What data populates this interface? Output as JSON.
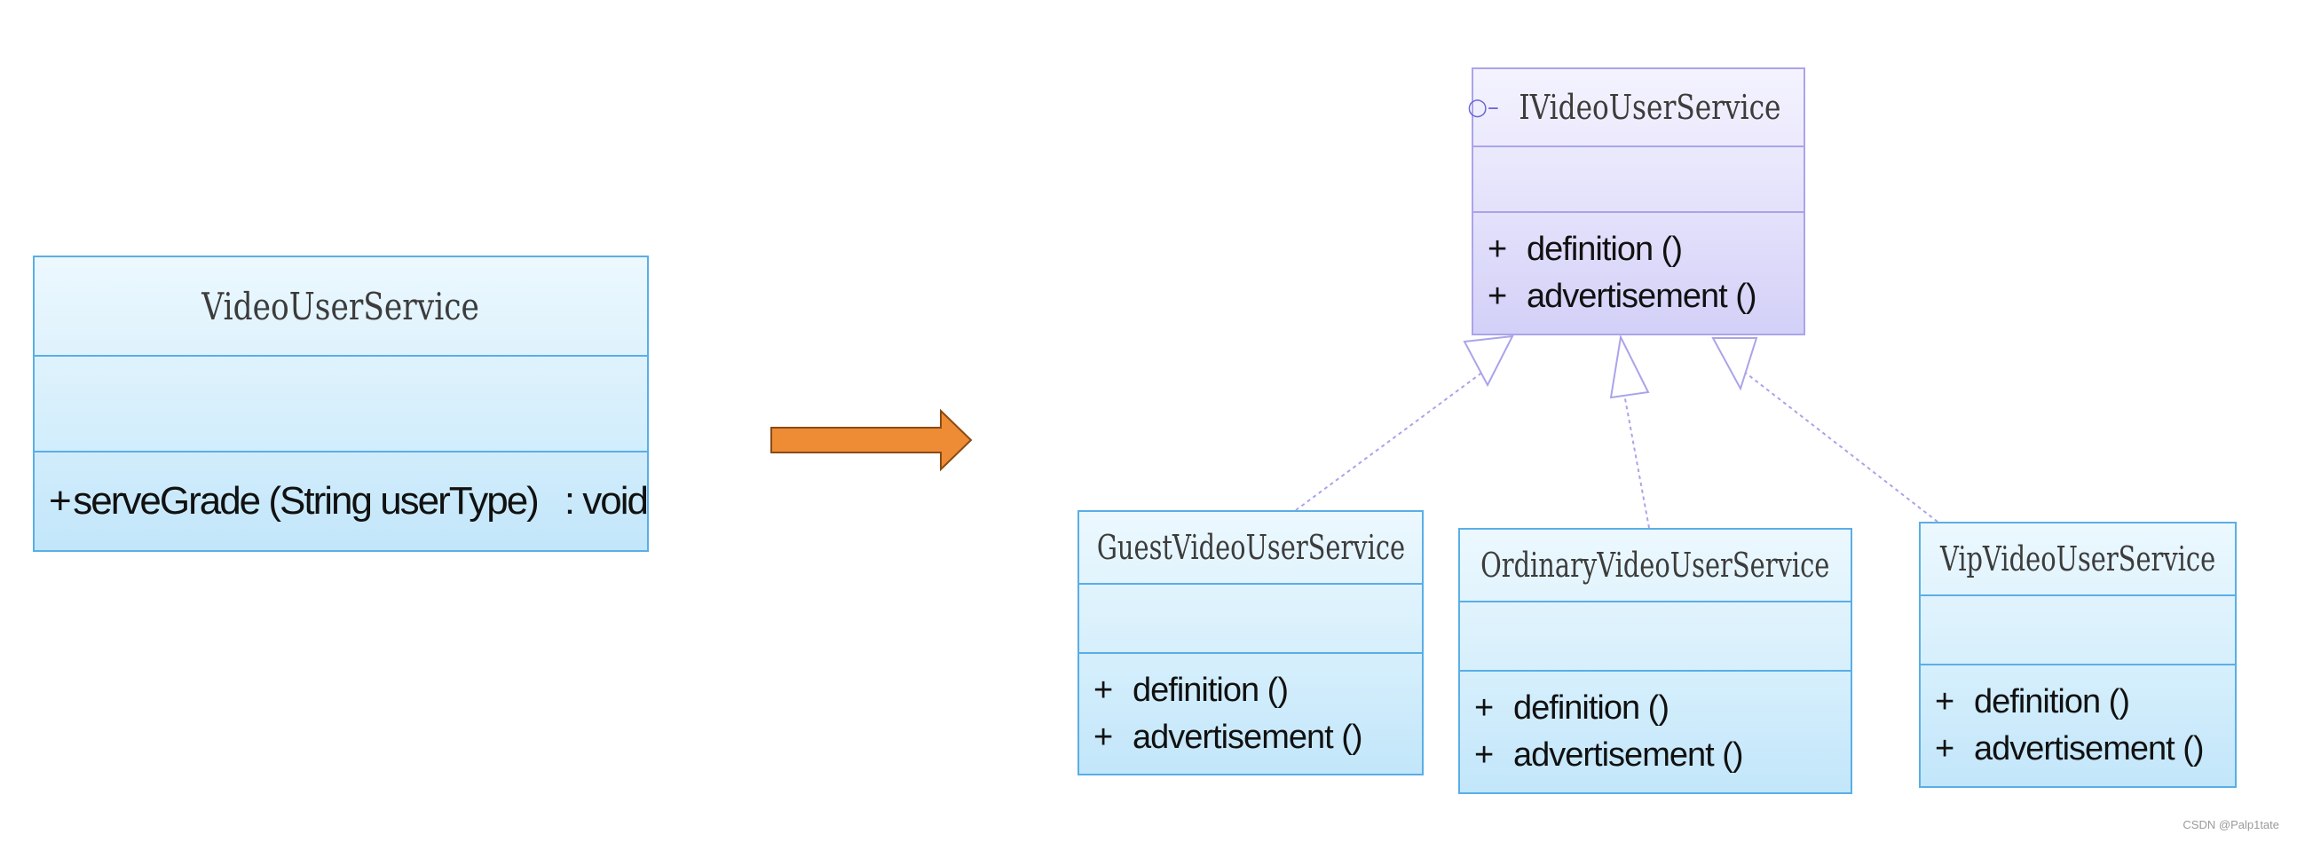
{
  "left_class": {
    "name": "VideoUserService",
    "operation": {
      "visibility": "+",
      "signature": "serveGrade (String userType)",
      "return_type": ": void"
    }
  },
  "interface": {
    "marker": "○–",
    "name": "IVideoUserService",
    "operations": [
      {
        "visibility": "+",
        "signature": "definition ()"
      },
      {
        "visibility": "+",
        "signature": "advertisement ()"
      }
    ]
  },
  "implementations": [
    {
      "name": "GuestVideoUserService",
      "operations": [
        {
          "visibility": "+",
          "signature": "definition ()"
        },
        {
          "visibility": "+",
          "signature": "advertisement ()"
        }
      ]
    },
    {
      "name": "OrdinaryVideoUserService",
      "operations": [
        {
          "visibility": "+",
          "signature": "definition ()"
        },
        {
          "visibility": "+",
          "signature": "advertisement ()"
        }
      ]
    },
    {
      "name": "VipVideoUserService",
      "operations": [
        {
          "visibility": "+",
          "signature": "definition ()"
        },
        {
          "visibility": "+",
          "signature": "advertisement ()"
        }
      ]
    }
  ],
  "colors": {
    "class_border": "#5aaee6",
    "interface_border": "#a9a4ea",
    "arrow_fill": "#ee8b35",
    "arrow_stroke": "#8a4a12",
    "realization_line": "#a9a4ea"
  },
  "watermark": "CSDN @Palp1tate"
}
